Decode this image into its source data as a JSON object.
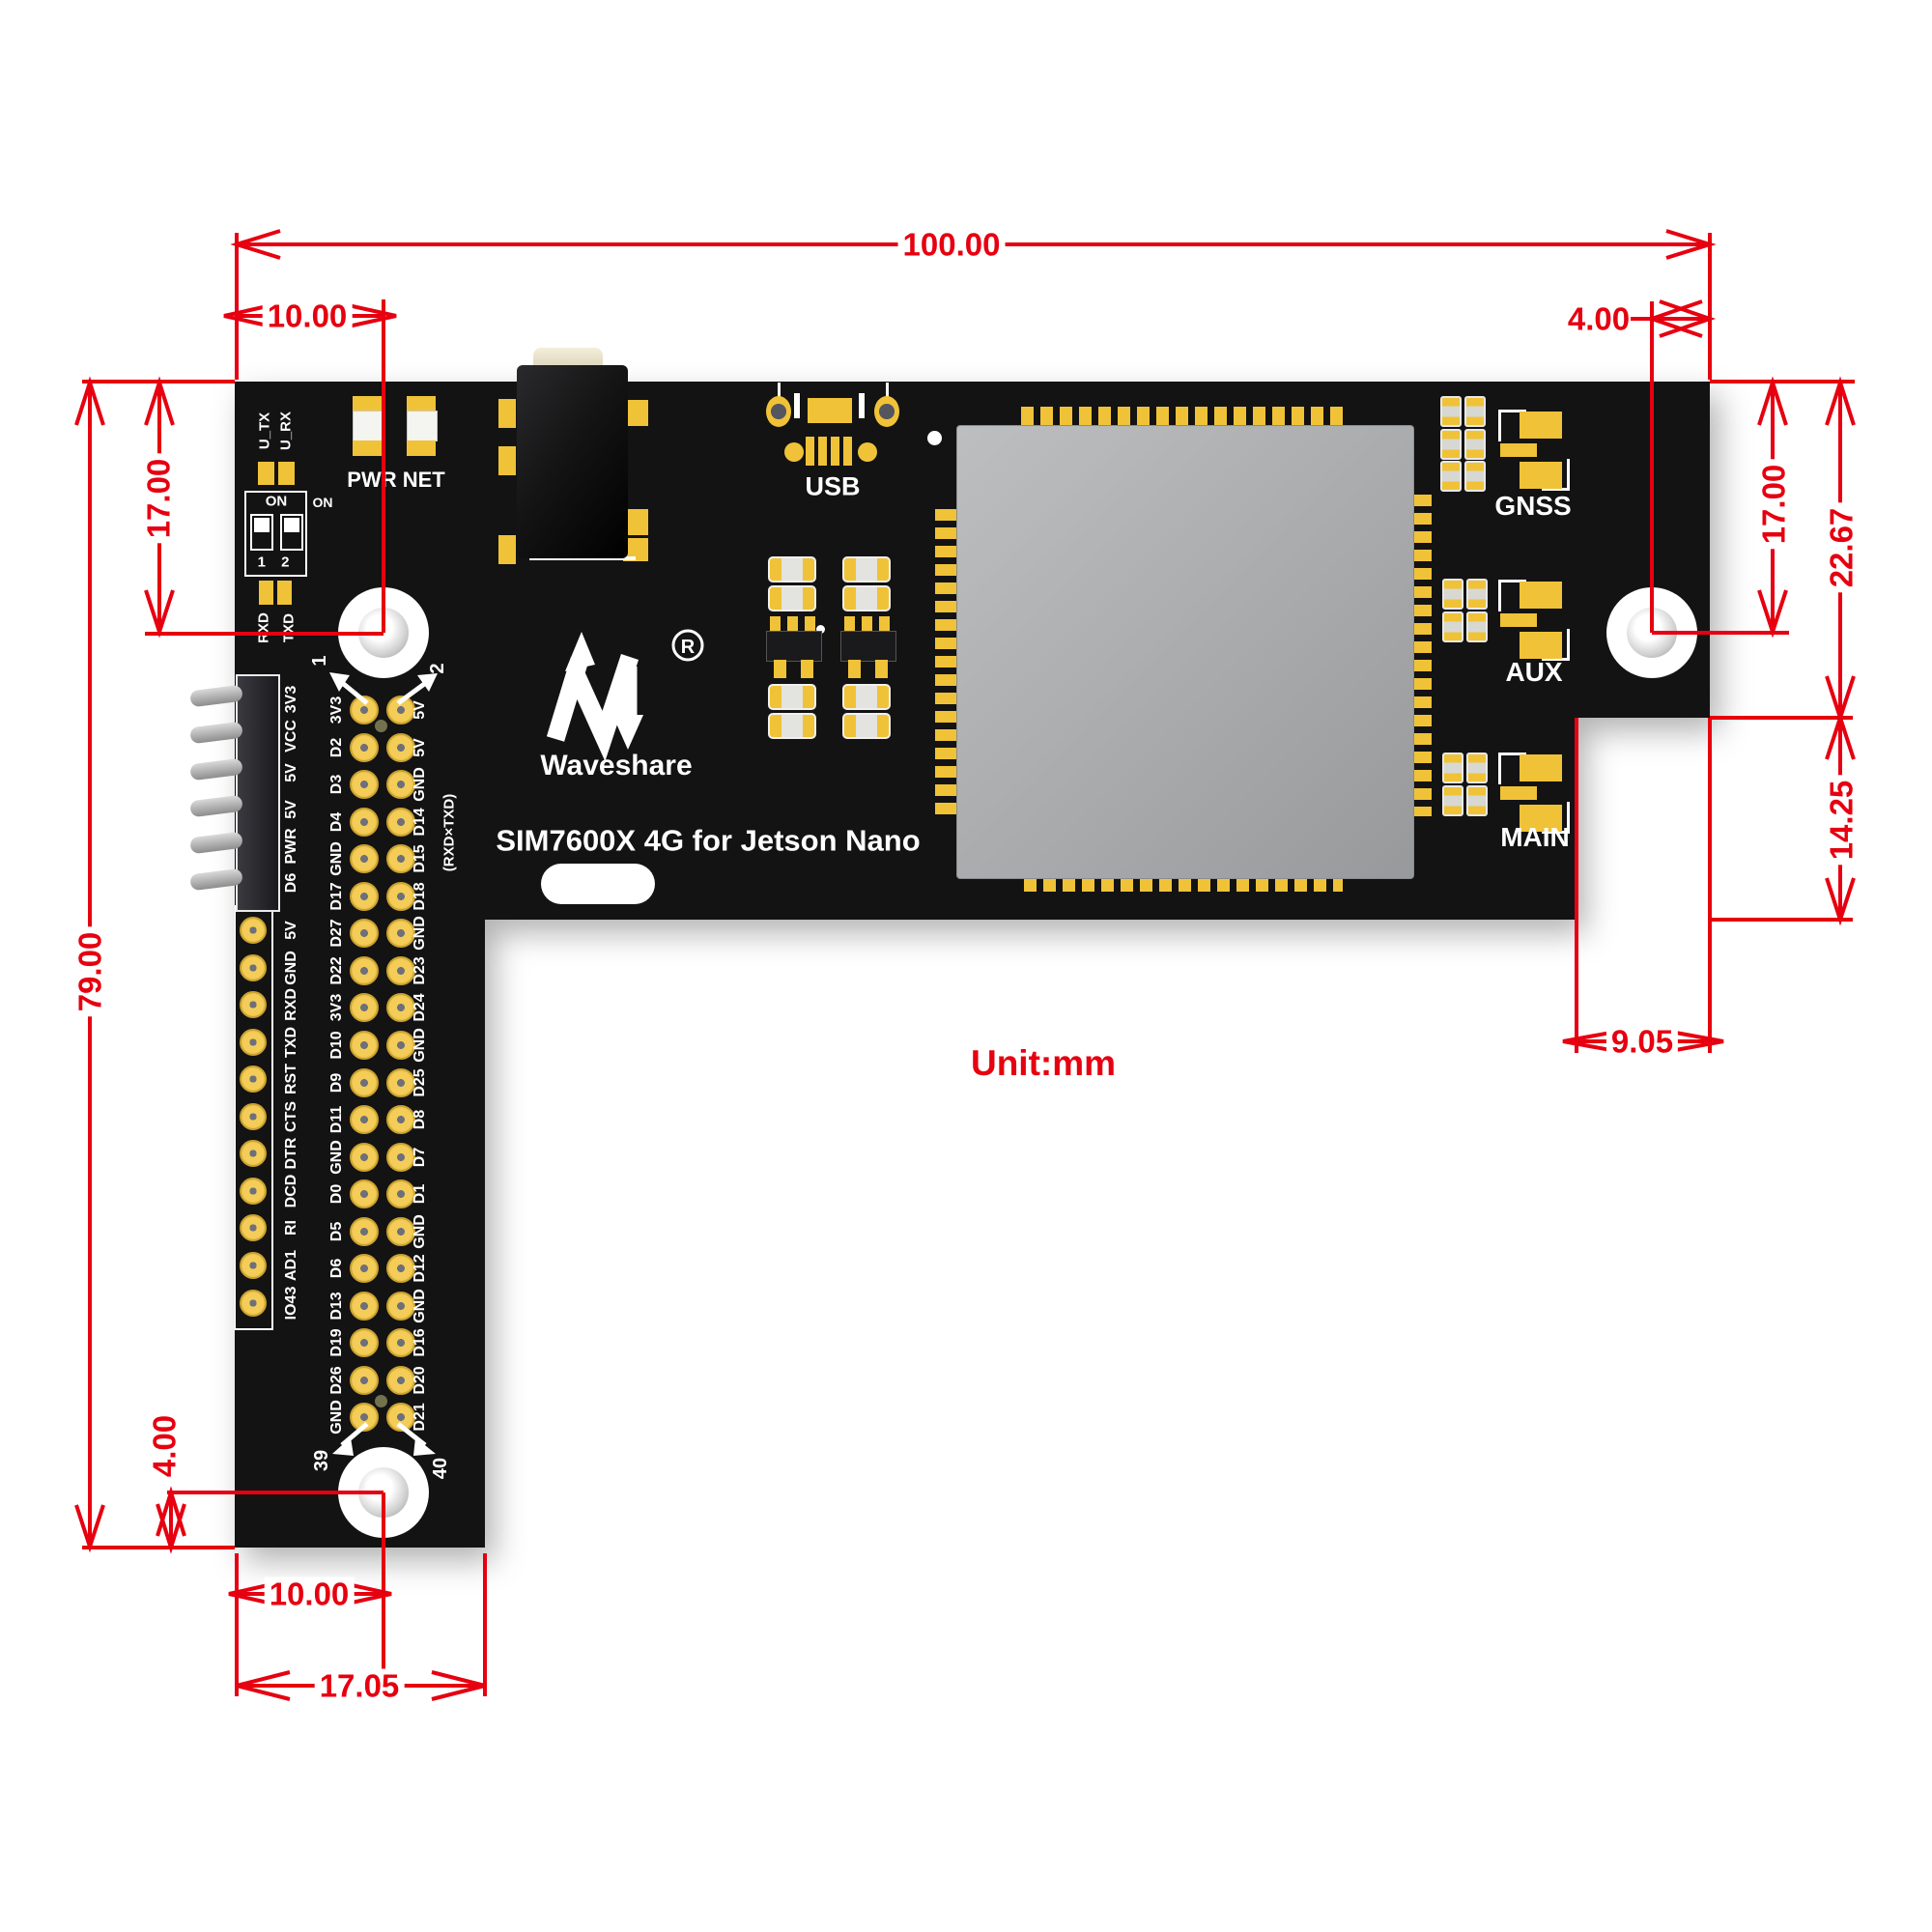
{
  "page": {
    "unit_label": "Unit:mm"
  },
  "colors": {
    "dimension_red": "#e60010",
    "board_black": "#131313",
    "pad_gold": "#f0c238",
    "silkscreen_white": "#ffffff",
    "chip_gray": "#aaacae"
  },
  "dims": {
    "top_width": "100.00",
    "top_left_hole_offset": "10.00",
    "top_right_hole_offset": "4.00",
    "left_hole_drop": "17.00",
    "total_height": "79.00",
    "right_hole_drop": "17.00",
    "right_to_cutout": "22.67",
    "cutout_height": "14.25",
    "cutout_width": "9.05",
    "bottom_hole_to_edge": "4.00",
    "bottom_hole_offset": "10.00",
    "arm_width": "17.05"
  },
  "board": {
    "brand": "Waveshare",
    "reg_mark": "®",
    "model": "SIM7600X 4G for Jetson Nano",
    "uart_note": "(RXD×TXD)",
    "leds_label": "PWR NET",
    "usb_label": "USB",
    "gnss_label": "GNSS",
    "aux_label": "AUX",
    "main_label": "MAIN",
    "u_tx": "U_TX",
    "u_rx": "U_RX",
    "rxd": "RXD",
    "txd": "TXD",
    "switch_on": "ON",
    "switch_on_side": "ON",
    "switch_nums": "1 2",
    "pin_markers": {
      "p1": "1",
      "p2": "2",
      "p39": "39",
      "p40": "40"
    },
    "gpio_odd": [
      "3V3",
      "D2",
      "D3",
      "D4",
      "GND",
      "D17",
      "D27",
      "D22",
      "3V3",
      "D10",
      "D9",
      "D11",
      "GND",
      "D0",
      "D5",
      "D6",
      "D13",
      "D19",
      "D26",
      "GND"
    ],
    "gpio_even": [
      "5V",
      "5V",
      "GND",
      "D14",
      "D15",
      "D18",
      "GND",
      "D23",
      "D24",
      "GND",
      "D25",
      "D8",
      "D7",
      "D1",
      "GND",
      "D12",
      "GND",
      "D16",
      "D20",
      "D21"
    ],
    "side_header": [
      "3V3",
      "VCC",
      "5V",
      "5V",
      "PWR",
      "D6"
    ],
    "modem_header": [
      "5V",
      "GND",
      "RXD",
      "TXD",
      "RST",
      "CTS",
      "DTR",
      "DCD",
      "RI",
      "AD1",
      "IO43"
    ]
  }
}
